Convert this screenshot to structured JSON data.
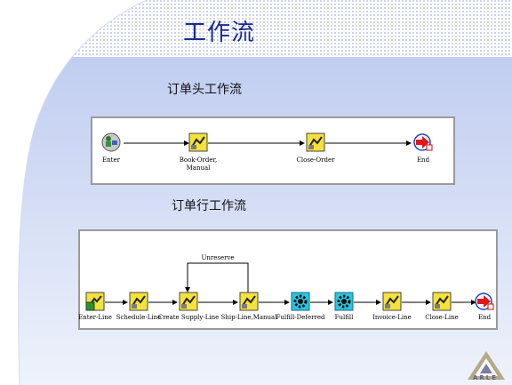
{
  "slide": {
    "title": "工作流",
    "header_section_label": "订单头工作流",
    "line_section_label": "订单行工作流"
  },
  "header_workflow": {
    "nodes": [
      {
        "label": "Enter",
        "icon": "enter-icon"
      },
      {
        "label": "Book-Order,",
        "label2": "Manual",
        "icon": "activity-icon"
      },
      {
        "label": "Close-Order",
        "icon": "activity-icon"
      },
      {
        "label": "End",
        "icon": "end-arrow-icon"
      }
    ]
  },
  "line_workflow": {
    "loop_label": "Unreserve",
    "nodes": [
      {
        "label": "Enter-Line",
        "icon": "enter-activity-icon"
      },
      {
        "label": "Schedule-Line",
        "icon": "activity-icon"
      },
      {
        "label": "Create Supply-Line",
        "icon": "activity-icon"
      },
      {
        "label": "Ship-Line,Manual",
        "icon": "activity-icon"
      },
      {
        "label": "Fulfill-Deferred",
        "icon": "gear-icon"
      },
      {
        "label": "Fulfill",
        "icon": "gear-icon"
      },
      {
        "label": "Invoice-Line",
        "icon": "activity-icon"
      },
      {
        "label": "Close-Line",
        "icon": "activity-icon"
      },
      {
        "label": "End",
        "icon": "end-arrow-icon"
      }
    ]
  },
  "logo": {
    "text": "ARLE"
  },
  "colors": {
    "title": "#1a2a8c",
    "bg_gradient_top": "#b7c6ee",
    "bg_gradient_bottom": "#e6ecfa",
    "panel_border": "#9a9a9a"
  }
}
